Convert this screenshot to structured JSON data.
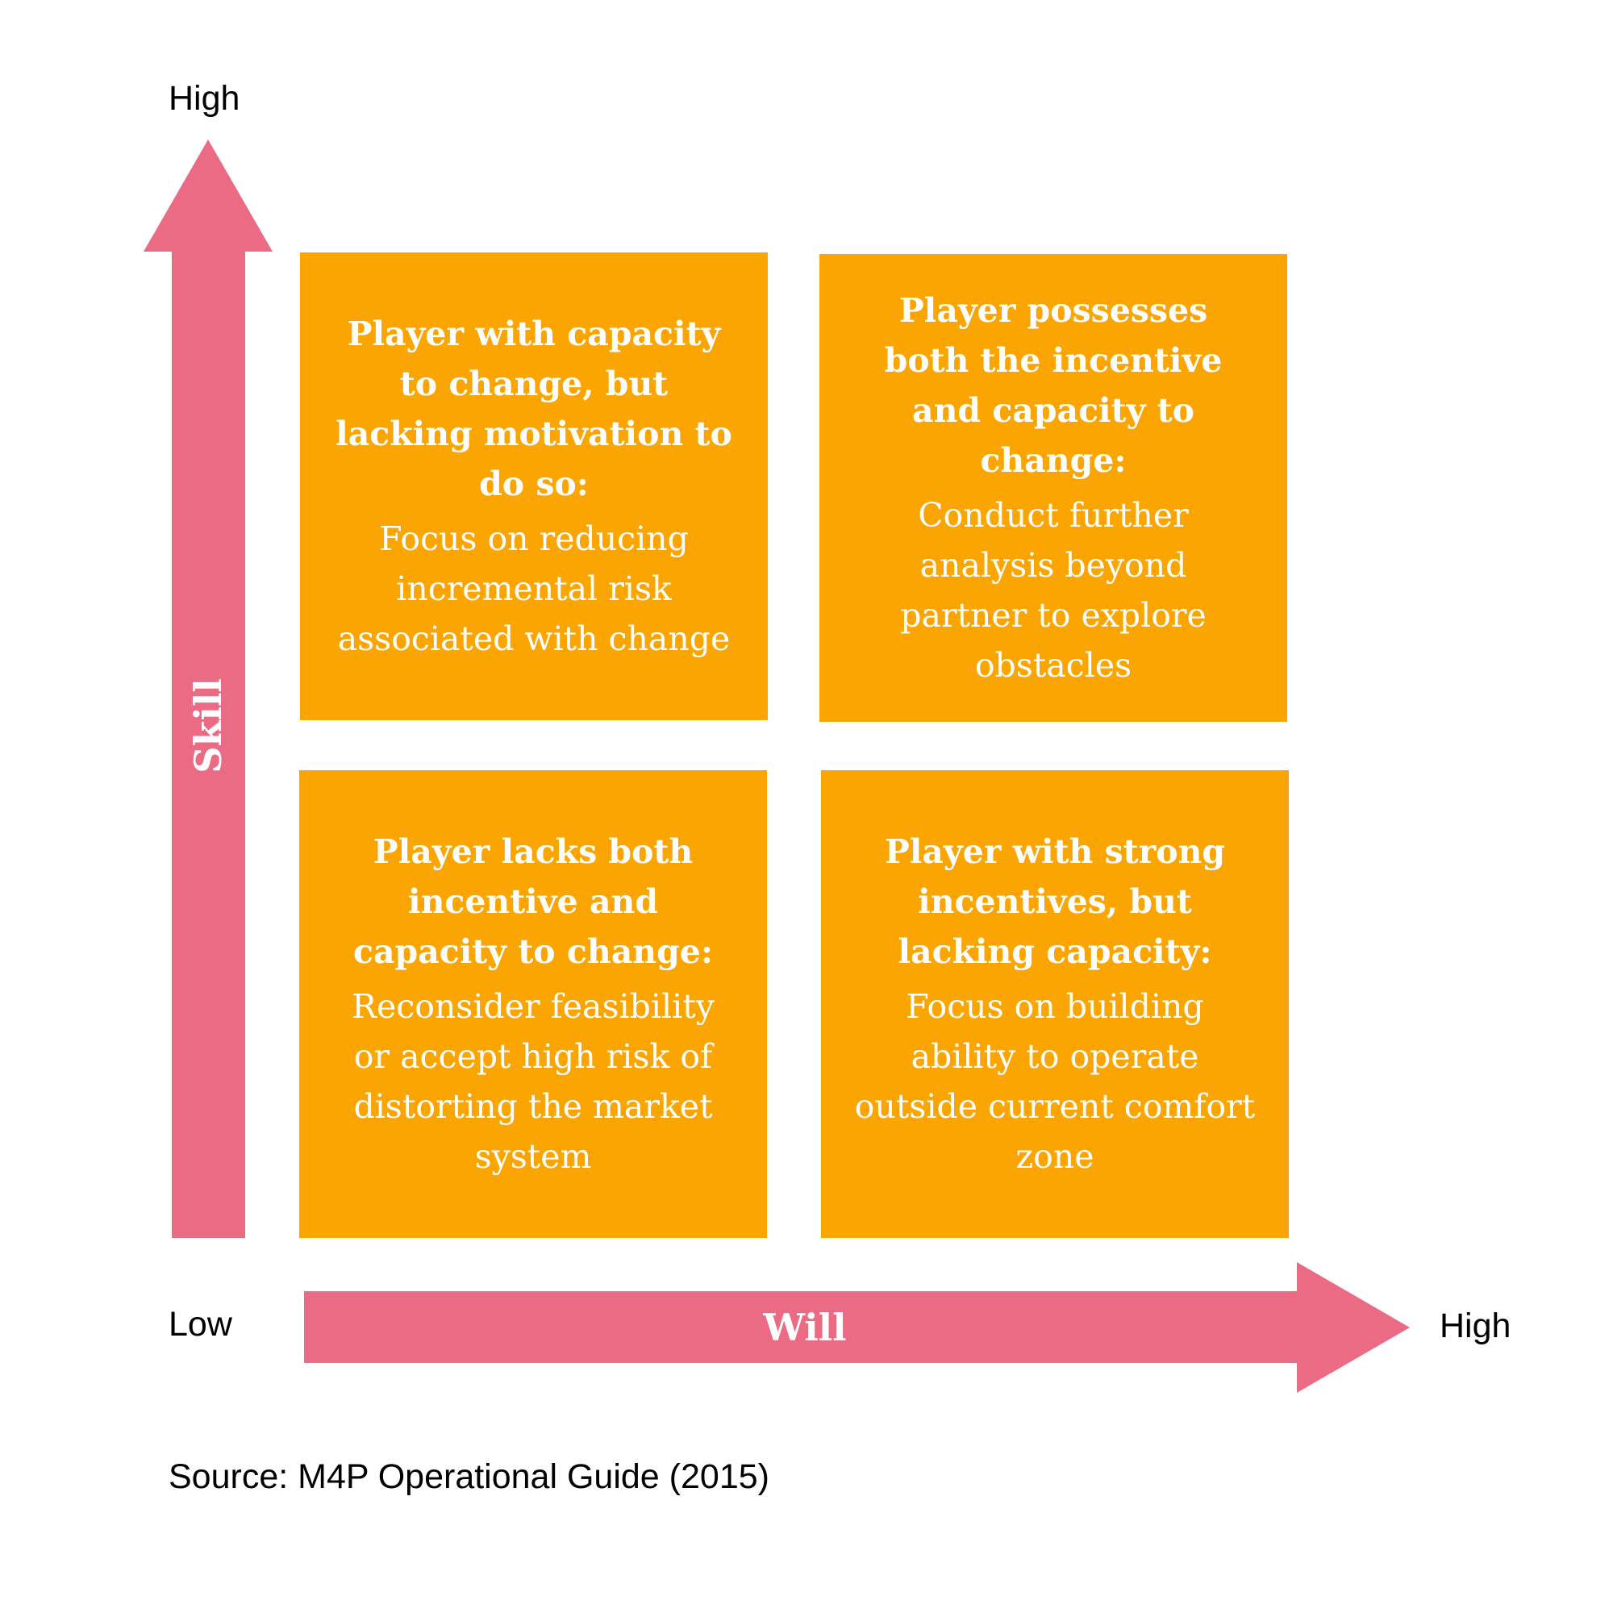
{
  "axes": {
    "y_high": "High",
    "x_low": "Low",
    "x_high": "High",
    "y_label": "Skill",
    "x_label": "Will"
  },
  "colors": {
    "arrow": "#ec6b84",
    "quadrant": "#faa501",
    "quadrant_text": "#ffffff"
  },
  "quadrants": {
    "top_left": {
      "title": "Player with capacity to change, but lacking motivation to do so:",
      "body": "Focus on reducing incremental risk associated with change"
    },
    "top_right": {
      "title": "Player possesses both the incentive and capacity to change:",
      "body": "Conduct further analysis beyond partner to explore obstacles"
    },
    "bottom_left": {
      "title": "Player lacks both incentive and capacity to change:",
      "body": "Reconsider feasibility or accept high risk of distorting the market system"
    },
    "bottom_right": {
      "title": "Player with strong incentives, but lacking capacity:",
      "body": "Focus on building ability to operate outside current comfort zone"
    }
  },
  "source": "Source: M4P Operational Guide (2015)"
}
